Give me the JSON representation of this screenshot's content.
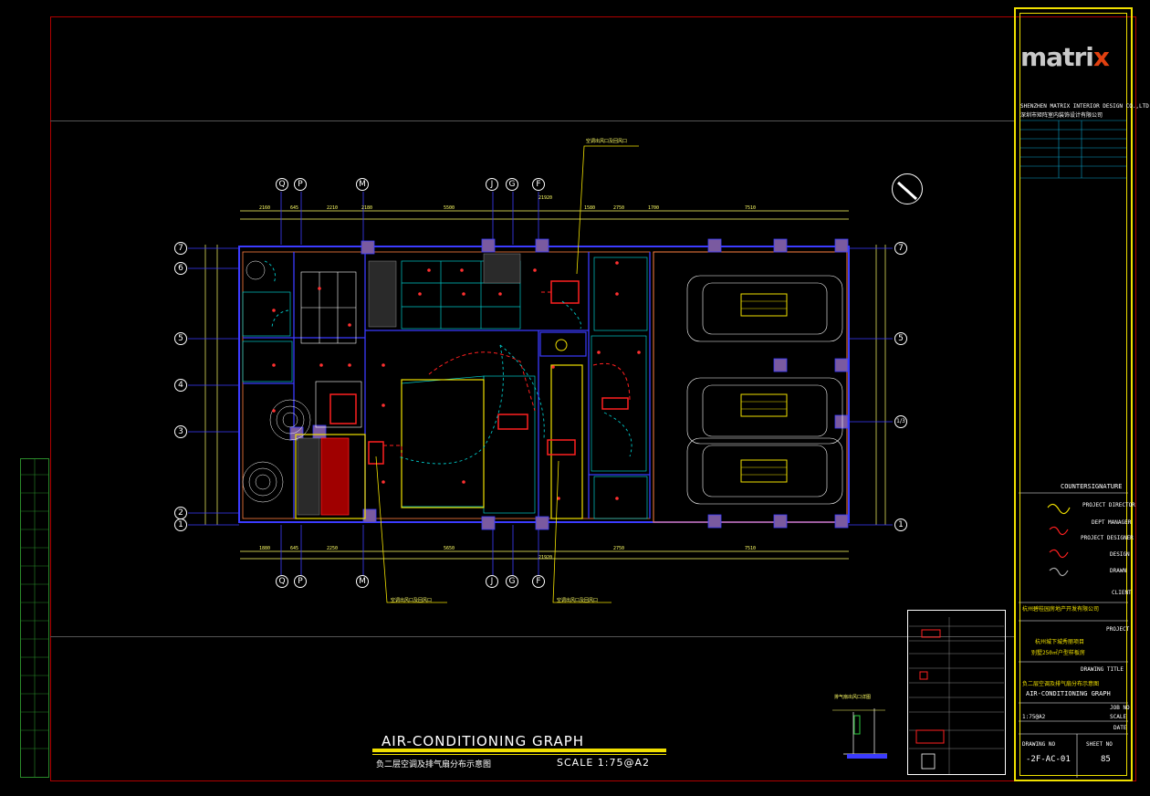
{
  "title_block": {
    "company_en": "SHENZHEN MATRIX INTERIOR DESIGN CO.,LTD",
    "company_cn": "深圳市矩阵室内装饰设计有限公司",
    "countersignature": "COUNTERSIGNATURE",
    "roles": [
      "PROJECT DIRECTOR",
      "DEPT MANAGER",
      "PROJECT DESIGNER",
      "DESIGN",
      "DRAWN"
    ],
    "client_label": "CLIENT",
    "client_value": "杭州碧桂园房地产开发有限公司",
    "project_label": "PROJECT",
    "project_line1": "杭州城下城秀丽项目",
    "project_line2": "别墅250㎡户型样板房",
    "drawing_title_label": "DRAWING TITLE",
    "drawing_title_cn": "负二层空调及排气扇分布示意图",
    "drawing_title_en": "AIR-CONDITIONING GRAPH",
    "job_no_label": "JOB NO",
    "scale_label": "SCALE",
    "scale_value": "1:75@A2",
    "date_label": "DATE",
    "drawing_no_label": "DRAWING NO",
    "drawing_no": "-2F-AC-01",
    "sheet_no_label": "SHEET NO",
    "sheet_no": "85"
  },
  "brand": {
    "logo_main": "matri",
    "logo_accent": "x"
  },
  "drawing": {
    "title": "AIR-CONDITIONING GRAPH",
    "subtitle": "负二层空调及排气扇分布示意图",
    "scale": "SCALE 1:75@A2"
  },
  "grid_top": [
    "Q",
    "P",
    "M",
    "J",
    "G",
    "F"
  ],
  "grid_bottom": [
    "Q",
    "P",
    "M",
    "J",
    "G",
    "F"
  ],
  "grid_left": [
    "7",
    "6",
    "5",
    "4",
    "3",
    "2",
    "1"
  ],
  "grid_right": [
    "7",
    "5",
    "1/3",
    "1"
  ],
  "dims_top": [
    "2160",
    "645",
    "2210",
    "2180",
    "5500",
    "1580",
    "2750",
    "1700",
    "7510"
  ],
  "dims_top_total": "21920",
  "dims_bottom": [
    "1880",
    "645",
    "2250",
    "5650",
    "2750",
    "7510"
  ],
  "dims_bottom_total": "21920",
  "notes": {
    "top": "空调出风口及回风口",
    "bottom_left": "空调出风口及回风口",
    "bottom_right": "空调出风口及回风口",
    "detail": "排气扇出风口详图"
  },
  "colors": {
    "accent": "#f0e000",
    "frame": "#b00000",
    "wall": "#3b3bff",
    "red": "#ff2020",
    "cyan": "#00c8c8"
  }
}
